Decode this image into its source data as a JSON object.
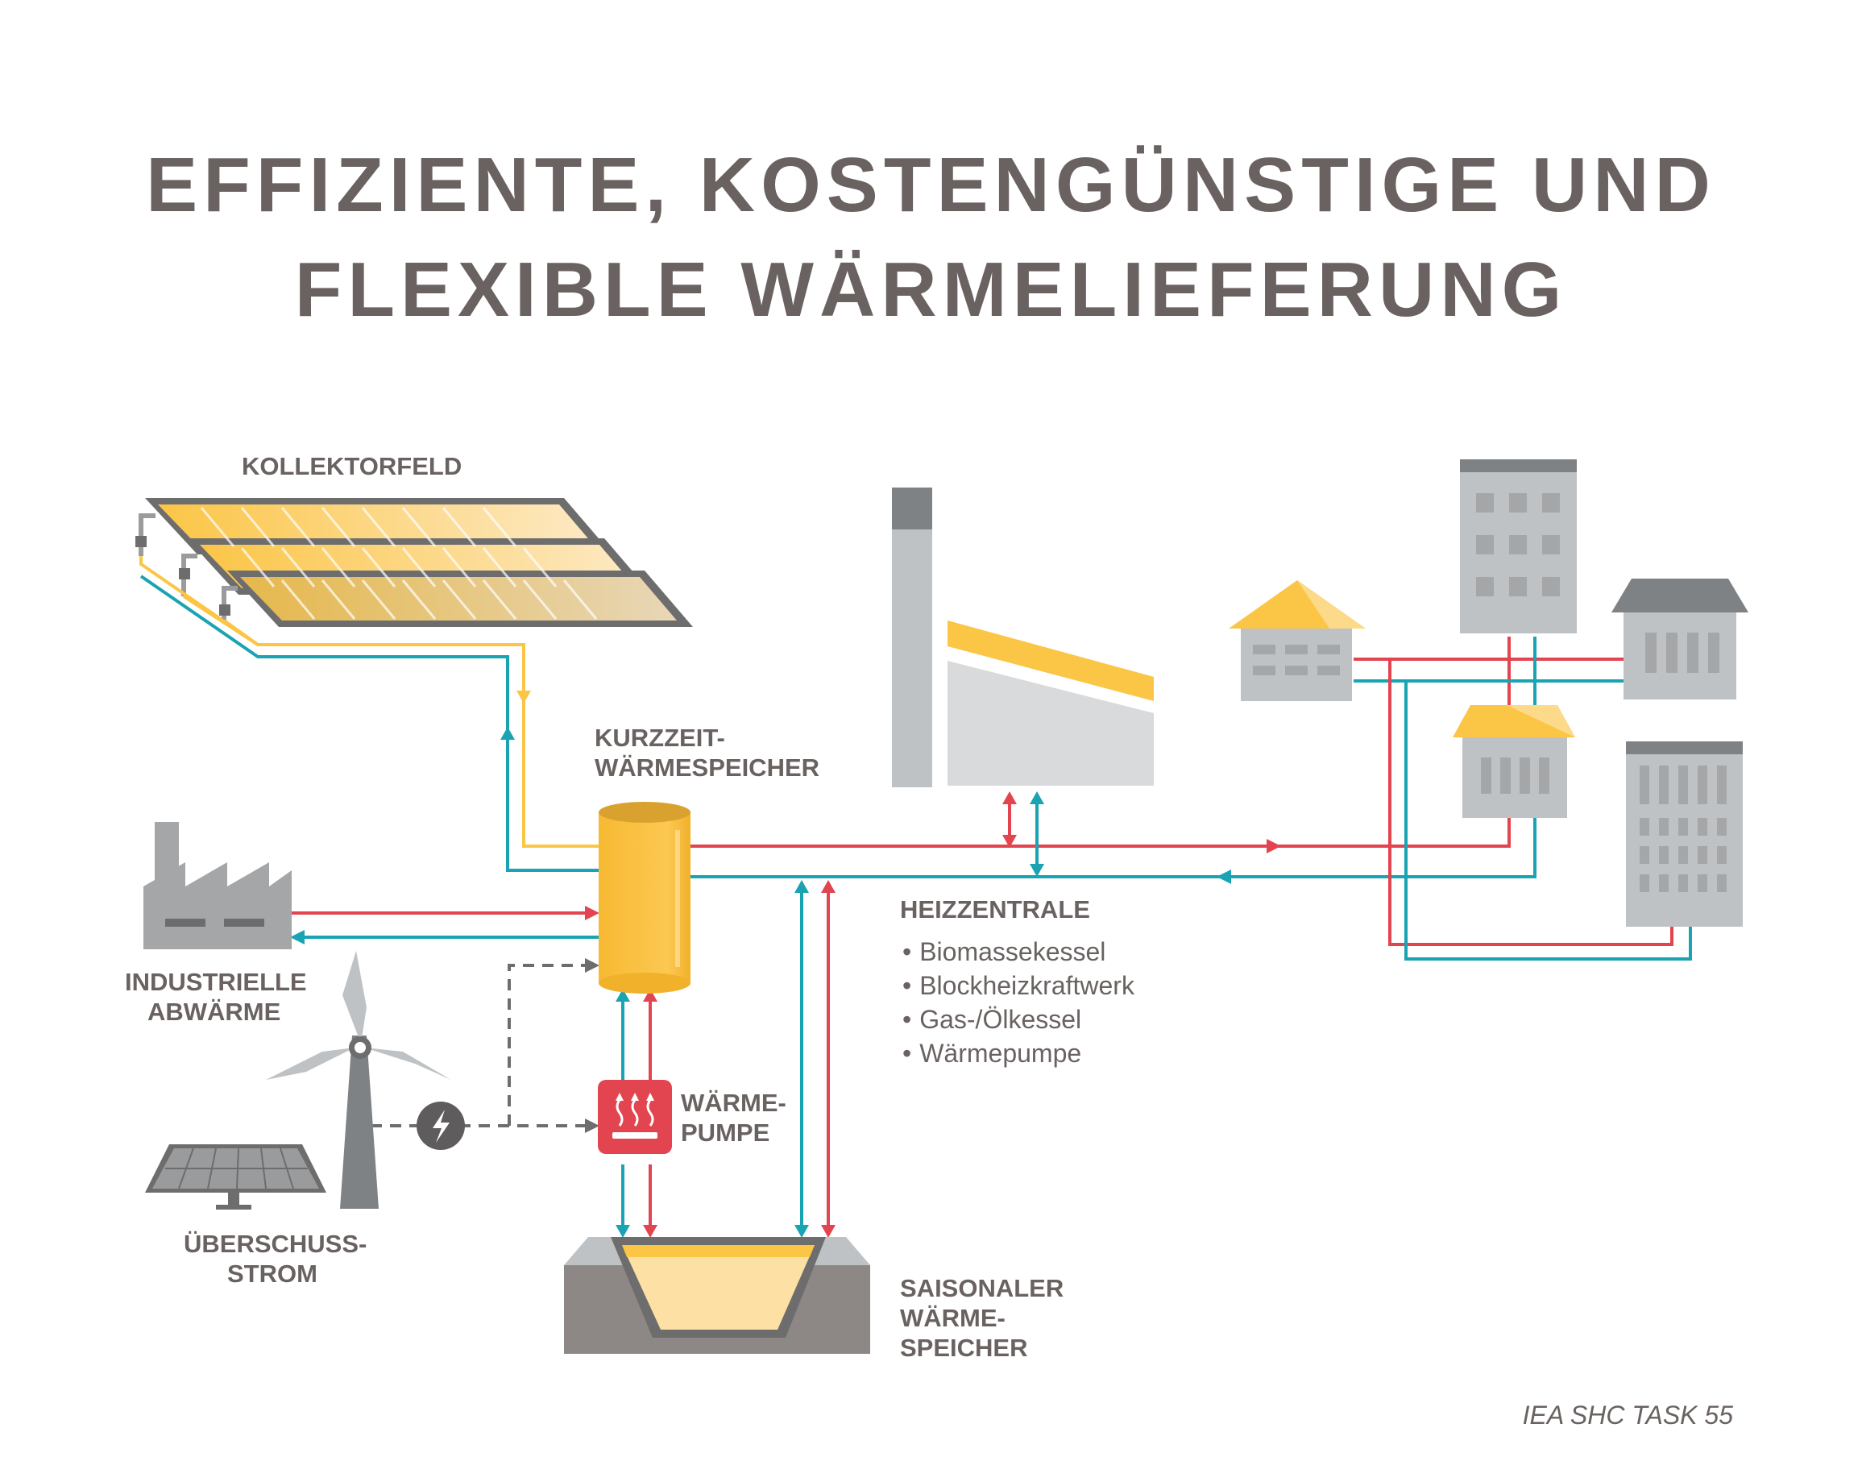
{
  "title": {
    "line1": "EFFIZIENTE, KOSTENGÜNSTIGE UND",
    "line2": "FLEXIBLE WÄRMELIEFERUNG"
  },
  "labels": {
    "kollektorfeld": "KOLLEKTORFELD",
    "kurzzeit_1": "KURZZEIT-",
    "kurzzeit_2": "WÄRMESPEICHER",
    "industrie_1": "INDUSTRIELLE",
    "industrie_2": "ABWÄRME",
    "heizzentrale": "HEIZZENTRALE",
    "waermepumpe_1": "WÄRME-",
    "waermepumpe_2": "PUMPE",
    "ueberschuss_1": "ÜBERSCHUSS-",
    "ueberschuss_2": "STROM",
    "saisonal_1": "SAISONALER",
    "saisonal_2": "WÄRME-",
    "saisonal_3": "SPEICHER"
  },
  "heizzentrale_items": [
    "Biomassekessel",
    "Blockheizkraftwerk",
    "Gas-/Ölkessel",
    "Wärmepumpe"
  ],
  "credit": "IEA SHC TASK 55",
  "colors": {
    "red": "#e2454f",
    "blue": "#1aa3b3",
    "yellow": "#fbc546",
    "gray": "#bfc2c4",
    "dark_gray": "#7f8285",
    "text": "#6a6261"
  }
}
